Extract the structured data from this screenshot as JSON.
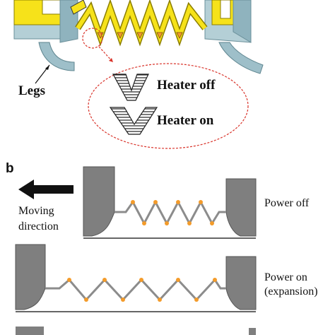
{
  "panel_a": {
    "legs_label": "Legs",
    "callout": {
      "heater_off": "Heater off",
      "heater_on": "Heater on"
    }
  },
  "panel_b": {
    "panel_label": "b",
    "moving_direction_line1": "Moving",
    "moving_direction_line2": "direction",
    "power_off": "Power off",
    "power_on_line1": "Power on",
    "power_on_line2": "(expansion)"
  },
  "colors": {
    "body_yellow": "#f6e21a",
    "frame_blue": "#a8c7d0",
    "block_gray": "#7f7f7f",
    "node_orange": "#f39b2a",
    "callout_red": "#d9342b",
    "arrow_black": "#111111"
  }
}
